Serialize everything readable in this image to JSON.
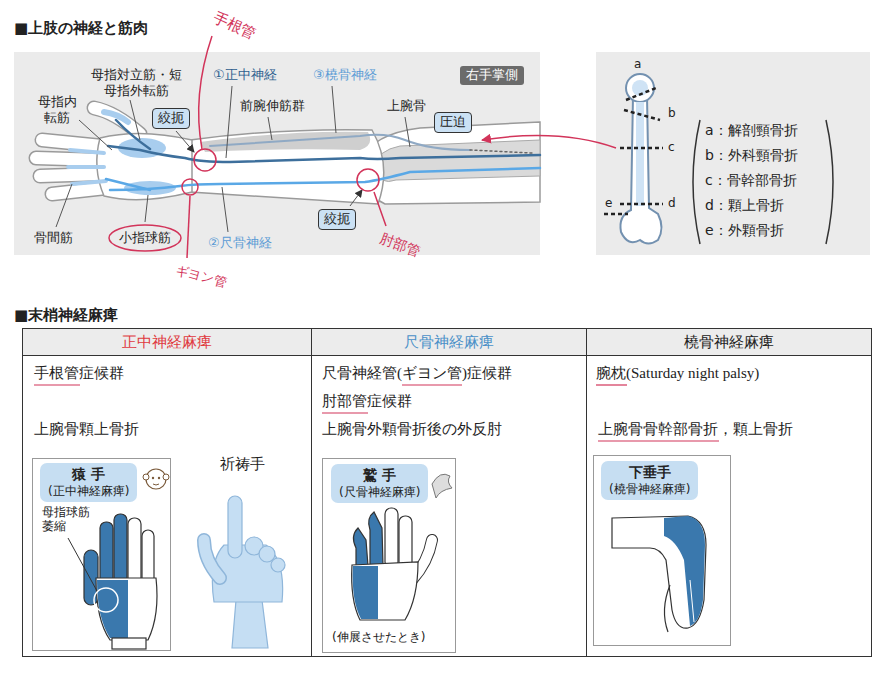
{
  "diagram": {
    "title": "■上肢の神経と筋肉",
    "nodes": [
      {
        "text": [
          "右手掌側"
        ]
      },
      {
        "text": [
          "絞扼"
        ]
      },
      {
        "text": [
          "圧迫"
        ]
      },
      {
        "text": [
          "絞扼"
        ]
      },
      {
        "text": [
          "猿 手",
          "(正中神経麻痺)"
        ]
      },
      {
        "text": [
          "鷲 手",
          "(尺骨神経麻痺)"
        ]
      },
      {
        "text": [
          "下垂手",
          "(橈骨神経麻痺)"
        ]
      }
    ],
    "labels": [
      "手根管",
      "母指対立筋・短母指外転筋",
      "①正中神経",
      "③橈骨神経",
      "母指内転筋",
      "前腕伸筋群",
      "上腕骨",
      "骨間筋",
      "小指球筋",
      "②尺骨神経",
      "ギヨン管",
      "肘部管",
      "a",
      "b",
      "c",
      "d",
      "e",
      "a：解剖頸骨折",
      "b：外科頸骨折",
      "c：骨幹部骨折",
      "d：顆上骨折",
      "e：外顆骨折",
      "■末梢神経麻痺",
      "正中神経麻痺",
      "尺骨神経麻痺",
      "橈骨神経麻痺",
      "手根管症候群",
      "尺骨神経管(ギヨン管)症候群",
      "腕枕(Saturday night palsy)",
      "肘部管症候群",
      "上腕骨顆上骨折",
      "上腕骨外顆骨折後の外反肘",
      "上腕骨骨幹部骨折，顆上骨折",
      "祈祷手",
      "母指球筋萎縮",
      "(伸展させたとき)"
    ]
  }
}
